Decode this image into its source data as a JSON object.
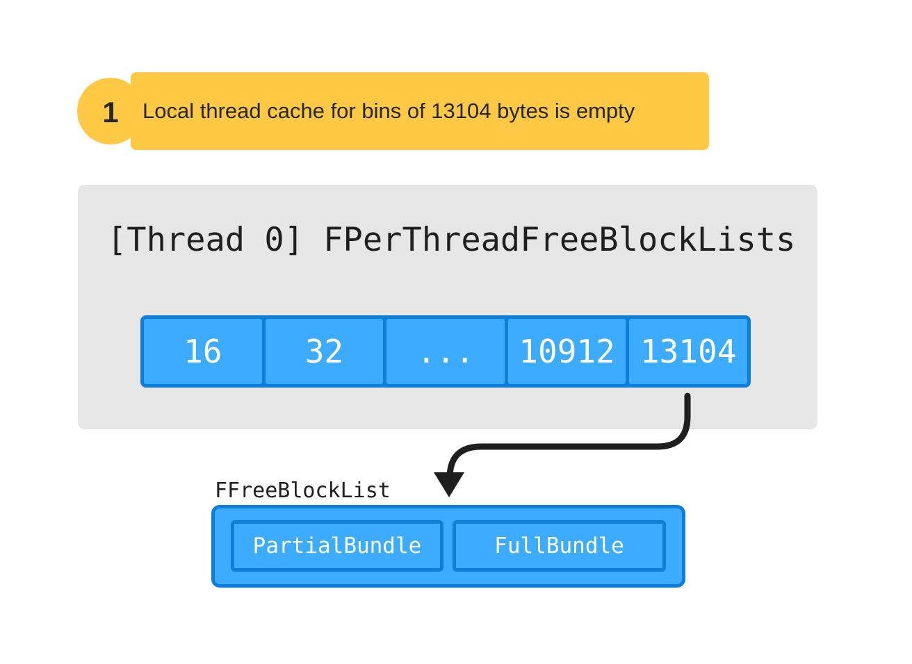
{
  "step": {
    "number": "1",
    "text": "Local thread cache for bins of 13104 bytes is empty"
  },
  "thread_panel": {
    "title": "[Thread 0] FPerThreadFreeBlockLists",
    "bins": [
      "16",
      "32",
      "...",
      "10912",
      "13104"
    ]
  },
  "free_block_list": {
    "label": "FFreeBlockList",
    "bundles": [
      "PartialBundle",
      "FullBundle"
    ]
  },
  "colors": {
    "banner": "#ffc845",
    "panel": "#e6e6e6",
    "cell_fill": "#3dabff",
    "cell_border": "#0f7ed9",
    "arrow": "#1f1f1f"
  }
}
